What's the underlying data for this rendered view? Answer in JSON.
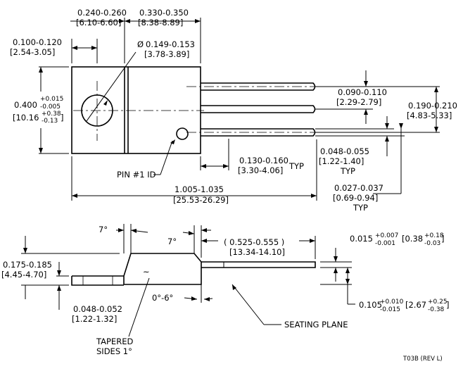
{
  "top_view": {
    "body_width": "0.240-0.260",
    "body_width_mm": "[6.10-6.60]",
    "lead_length_body": "0.330-0.350",
    "lead_length_body_mm": "[8.38-8.89]",
    "tab_edge": "0.100-0.120",
    "tab_edge_mm": "[2.54-3.05]",
    "hole_dia_symbol": "Ø",
    "hole_dia": "0.149-0.153",
    "hole_dia_mm": "[3.78-3.89]",
    "height_nom": "0.400",
    "height_tol_plus": "+0.015",
    "height_tol_minus": "-0.005",
    "height_mm_nom": "[10.16",
    "height_mm_tol_plus": "+0.38",
    "height_mm_tol_minus": "-0.13",
    "height_mm_close": "]",
    "lead_pitch": "0.090-0.110",
    "lead_pitch_mm": "[2.29-2.79]",
    "lead_span": "0.190-0.210",
    "lead_span_mm": "[4.83-5.33]",
    "lead_width": "0.048-0.055",
    "lead_width_mm": "[1.22-1.40]",
    "typ": "TYP",
    "lead_shoulder": "0.130-0.160",
    "lead_shoulder_mm": "[3.30-4.06]",
    "pin1": "PIN #1 ID",
    "overall_length": "1.005-1.035",
    "overall_length_mm": "[25.53-26.29]",
    "lead_thickness": "0.027-0.037",
    "lead_thickness_mm": "[0.69-0.94]"
  },
  "side_view": {
    "angle_left": "7°",
    "angle_right": "7°",
    "lead_length": "( 0.525-0.555 )",
    "lead_length_mm": "[13.34-14.10]",
    "lead_offset": "0.015",
    "lead_offset_tol_plus": "+0.007",
    "lead_offset_tol_minus": "-0.001",
    "lead_offset_mm": "[0.38",
    "lead_offset_mm_tol_plus": "+0.18",
    "lead_offset_mm_tol_minus": "-0.03",
    "lead_offset_mm_close": "]",
    "height": "0.175-0.185",
    "height_mm": "[4.45-4.70]",
    "tab_thickness": "0.048-0.052",
    "tab_thickness_mm": "[1.22-1.32]",
    "tilt": "0°-6°",
    "tapered_1": "TAPERED",
    "tapered_2": "SIDES 1°",
    "seating_plane": "SEATING PLANE",
    "standoff": "0.105",
    "standoff_tol_plus": "+0.010",
    "standoff_tol_minus": "-0.015",
    "standoff_mm": "[2.67",
    "standoff_mm_tol_plus": "+0.25",
    "standoff_mm_tol_minus": "-0.38",
    "standoff_mm_close": "]",
    "revision": "T03B (REV L)"
  }
}
